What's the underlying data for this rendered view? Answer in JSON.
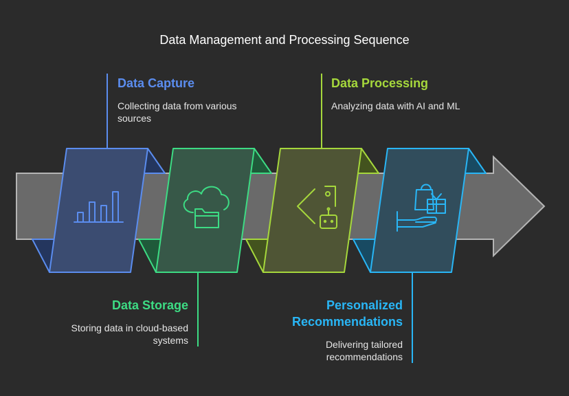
{
  "title": "Data Management and Processing Sequence",
  "colors": {
    "background": "#2b2b2b",
    "arrow_fill": "#6a6a6a",
    "arrow_stroke": "#b5b5b5"
  },
  "steps": [
    {
      "title": "Data Capture",
      "description": "Collecting data from various sources",
      "color": "#5b8def",
      "icon": "bar-chart-icon"
    },
    {
      "title": "Data Storage",
      "description": "Storing data in cloud-based systems",
      "color": "#3ddc84",
      "icon": "cloud-folder-icon"
    },
    {
      "title": "Data Processing",
      "description": "Analyzing data with AI and ML",
      "color": "#a6d83c",
      "icon": "tag-robot-icon"
    },
    {
      "title": "Personalized Recommendations",
      "description": "Delivering tailored recommendations",
      "color": "#29b6f6",
      "icon": "hand-gift-icon"
    }
  ]
}
